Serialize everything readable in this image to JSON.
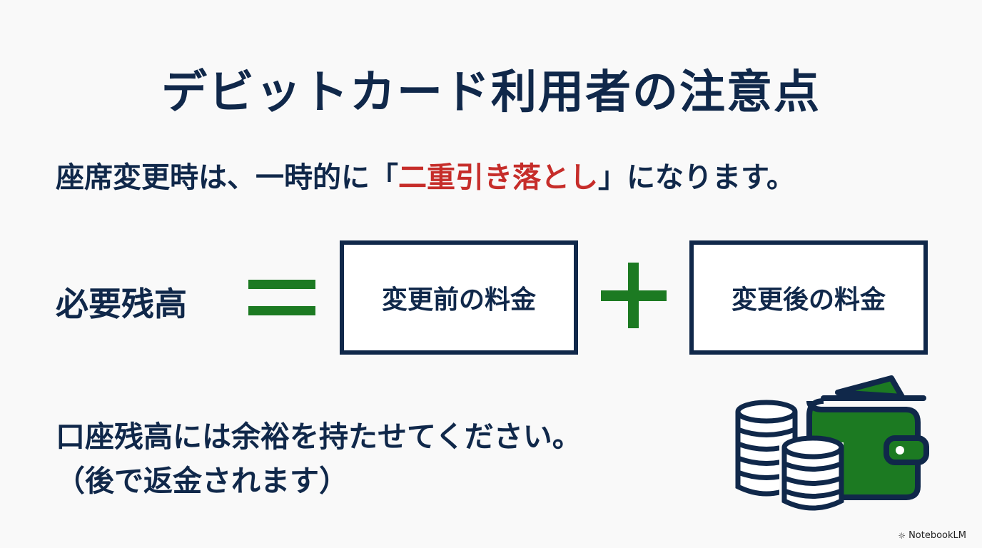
{
  "title": "デビットカード利用者の注意点",
  "notice": {
    "before": "座席変更時は、一時的に「",
    "highlight": "二重引き落とし",
    "after": "」になります。"
  },
  "equation": {
    "left": "必要残高",
    "box1": "変更前の料金",
    "box2": "変更後の料金"
  },
  "advice": {
    "line1": "口座残高には余裕を持たせてください。",
    "line2": "（後で返金されます）"
  },
  "watermark": "NotebookLM",
  "colors": {
    "navy": "#10284a",
    "red": "#c62d2a",
    "green": "#1c7a22"
  }
}
